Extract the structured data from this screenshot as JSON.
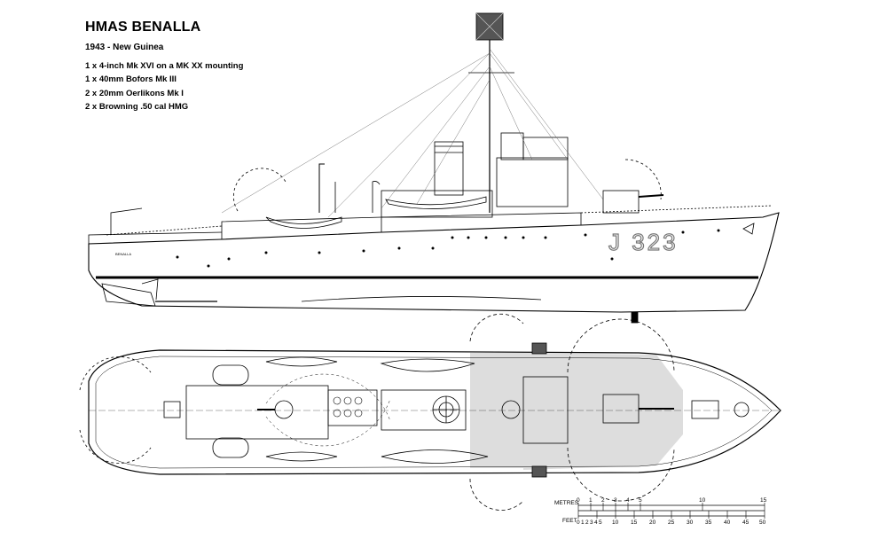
{
  "title": "HMAS BENALLA",
  "subtitle": "1943 - New Guinea",
  "armament": [
    "1 x  4-inch Mk XVI on a MK XX  mounting",
    "1 x  40mm Bofors Mk III",
    "2 x 20mm Oerlikons Mk I",
    "2 x  Browning .50 cal HMG"
  ],
  "hull_number": "J 323",
  "stern_name": "BENALLA",
  "scale": {
    "metres_label": "METRES",
    "feet_label": "FEET",
    "metre_ticks": [
      "0",
      "1",
      "2",
      "3",
      "4",
      "5",
      "10",
      "15"
    ],
    "feet_ticks": [
      "0",
      "1",
      "2",
      "3",
      "4",
      "5",
      "10",
      "15",
      "20",
      "25",
      "30",
      "35",
      "40",
      "45",
      "50"
    ]
  }
}
